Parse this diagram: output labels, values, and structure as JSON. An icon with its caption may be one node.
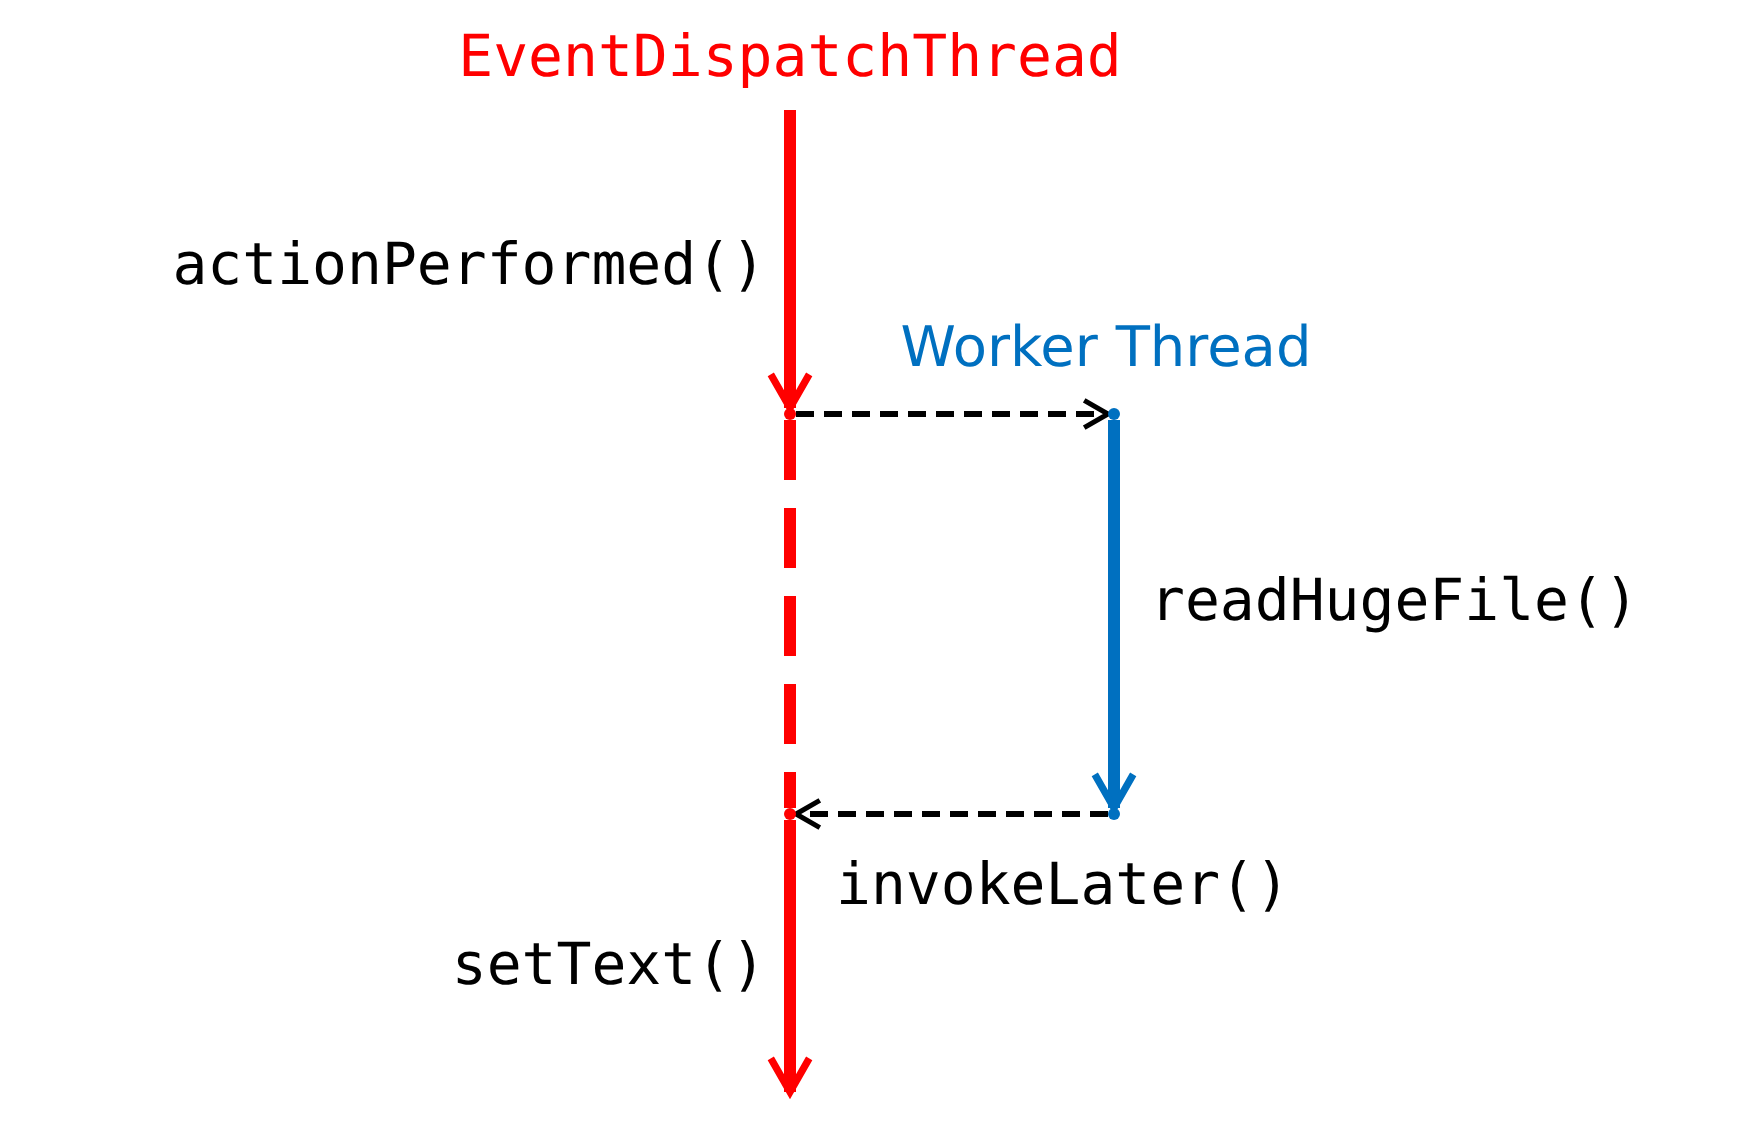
{
  "diagram": {
    "nodes": [
      {
        "text": [
          "EventDispatchThread"
        ]
      },
      {
        "text": [
          "Worker Thread"
        ]
      },
      {
        "text": [],
        "shape": "point"
      },
      {
        "text": [],
        "shape": "point"
      },
      {
        "text": [],
        "shape": "point"
      },
      {
        "text": [],
        "shape": "point"
      }
    ],
    "edges": [
      {
        "from": 0,
        "to": 2,
        "arrow": "to",
        "label": "actionPerformed()",
        "color": "#ff0000"
      },
      {
        "from": 2,
        "to": 3,
        "arrow": "to",
        "style": "dashed",
        "color": "#000000"
      },
      {
        "from": 3,
        "to": 4,
        "arrow": "to",
        "label": "readHugeFile()",
        "color": "#0070c0"
      },
      {
        "from": 2,
        "to": 5,
        "arrow": "none",
        "style": "dashed",
        "color": "#ff0000"
      },
      {
        "from": 4,
        "to": 5,
        "arrow": "to",
        "label": "invokeLater()",
        "style": "dashed",
        "color": "#000000"
      },
      {
        "from": 5,
        "to": null,
        "arrow": "to",
        "label": "setText()",
        "color": "#ff0000"
      }
    ]
  }
}
